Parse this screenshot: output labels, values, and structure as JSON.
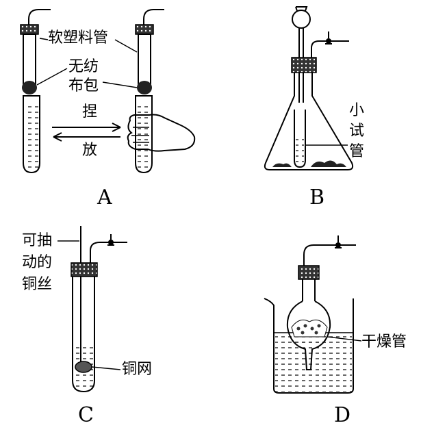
{
  "panels": {
    "a": {
      "caption": "A",
      "label_tube": "软塑料管",
      "label_bag_1": "无纺",
      "label_bag_2": "布包",
      "label_squeeze": "捏",
      "label_release": "放"
    },
    "b": {
      "caption": "B",
      "label_1": "小",
      "label_2": "试",
      "label_3": "管"
    },
    "c": {
      "caption": "C",
      "label_wire_1": "可抽",
      "label_wire_2": "动的",
      "label_wire_3": "铜丝",
      "label_mesh": "铜网"
    },
    "d": {
      "caption": "D",
      "label_tube": "干燥管"
    }
  }
}
